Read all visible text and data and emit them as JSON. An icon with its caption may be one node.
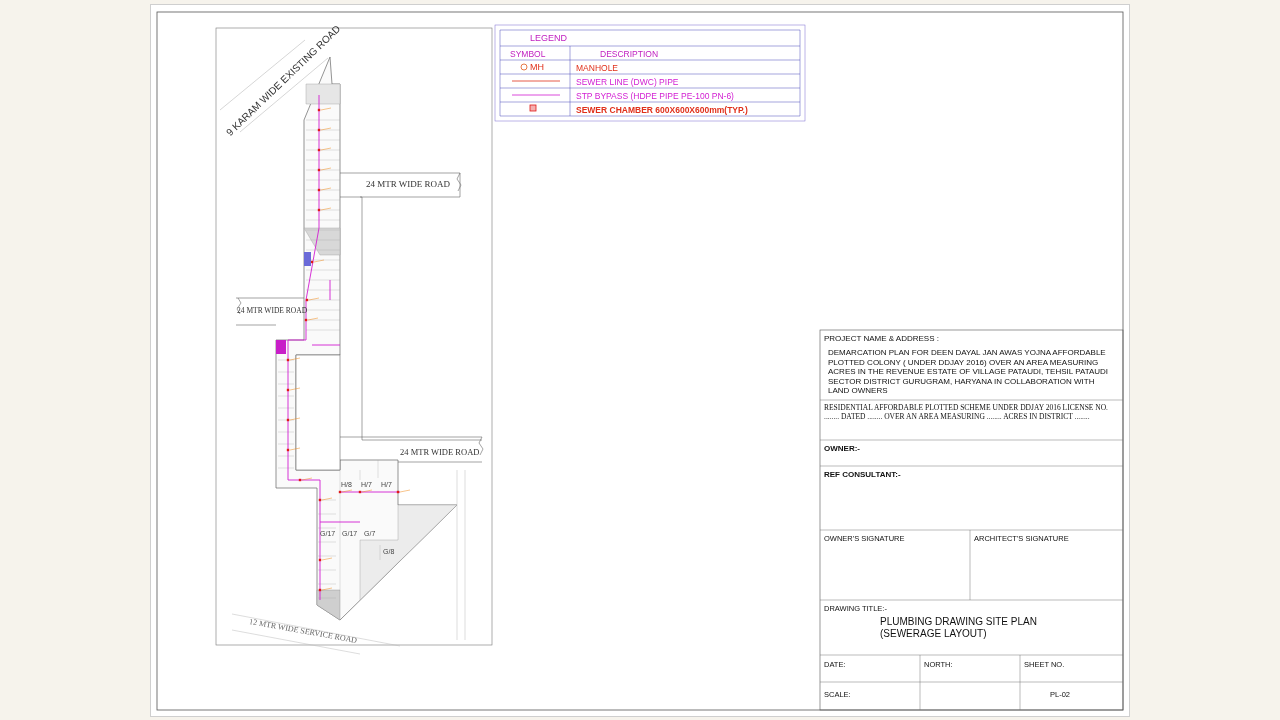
{
  "diagram": {
    "labels": [
      "9 KARAM WIDE EXISTING ROAD",
      "24 MTR WIDE ROAD",
      "24 MTR WIDE ROAD",
      "24 MTR WIDE ROAD",
      "12 MTR WIDE SERVICE ROAD",
      "H/8",
      "H/7",
      "H/7",
      "G/17",
      "G/17",
      "G/7",
      "G/8",
      "LEGEND",
      "SYMBOL",
      "DESCRIPTION",
      "MH",
      "PROJECT NAME & ADDRESS :",
      "DEMARCATION PLAN FOR DEEN DAYAL JAN AWAS YOJNA AFFORDABLE PLOTTED COLONY ( UNDER DDJAY 2016) OVER AN AREA MEASURING ACRES IN THE REVENUE ESTATE OF VILLAGE PATAUDI, TEHSIL PATAUDI SECTOR DISTRICT GURUGRAM, HARYANA IN COLLABORATION WITH LAND OWNERS",
      "RESIDENTIAL AFFORDABLE PLOTTED SCHEME UNDER DDJAY 2016 LICENSE NO. ........ DATED ........ OVER AN AREA MEASURING ........ ACRES IN DISTRICT ........",
      "OWNER:-",
      "REF CONSULTANT:-",
      "OWNER'S SIGNATURE",
      "ARCHITECT'S SIGNATURE",
      "DRAWING TITLE:-",
      "PLUMBING DRAWING SITE PLAN (SEWERAGE LAYOUT)",
      "DATE:",
      "NORTH:",
      "SHEET NO.",
      "SCALE:",
      "PL-02"
    ],
    "legend": [
      {
        "text": "MANHOLE"
      },
      {
        "text": "SEWER LINE (DWC) PIPE"
      },
      {
        "text": "STP BYPASS (HDPE PIPE PE-100 PN-6)"
      },
      {
        "text": "SEWER CHAMBER 600X600X600mm(TYP.)"
      }
    ]
  }
}
